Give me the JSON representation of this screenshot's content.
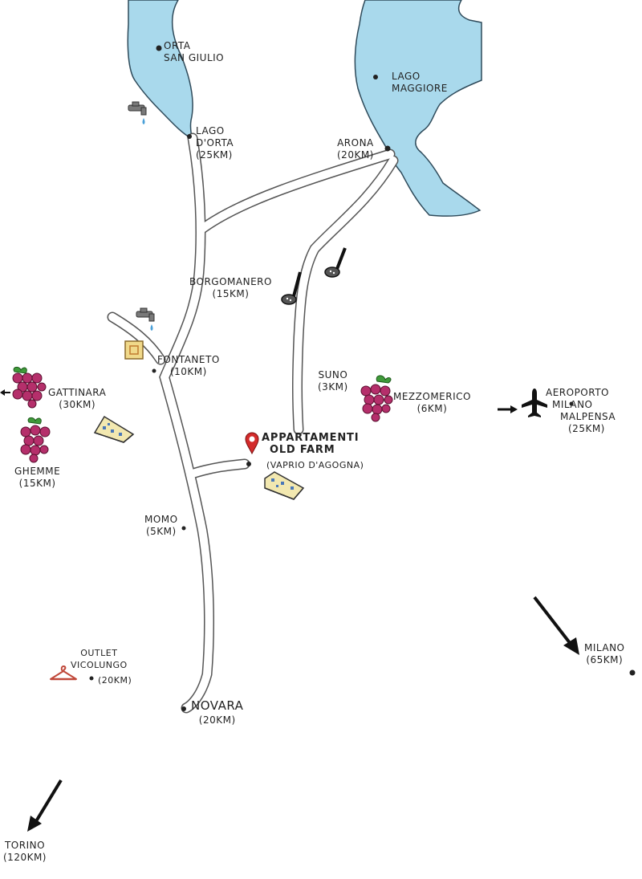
{
  "colors": {
    "lake": "#a9d9ec",
    "lake_edge": "#2e4a5a",
    "road": "#ffffff",
    "road_edge": "#555555",
    "grape": "#b52f6b",
    "grape_leaf": "#3f9a3a",
    "pin": "#d32b2b",
    "cheese": "#f2e8b0",
    "cheese_blue": "#4a78b8",
    "arrow": "#111111",
    "hanger": "#c0483a",
    "tap": "#6a6a6a",
    "drop": "#4aa0d8"
  },
  "labels": {
    "orta": {
      "l1": "ORTA",
      "l2": "SAN GIULIO"
    },
    "lago_maggiore": {
      "l1": "LAGO",
      "l2": "MAGGIORE"
    },
    "lago_orta": {
      "l1": "LAGO",
      "l2": "D'ORTA",
      "l3": "(25KM)"
    },
    "arona": {
      "l1": "ARONA",
      "l2": "(20KM)"
    },
    "borgomanero": {
      "l1": "BORGOMANERO",
      "l2": "(15KM)"
    },
    "fontaneto": {
      "l1": "FONTANETO",
      "l2": "(10KM)"
    },
    "gattinara": {
      "l1": "GATTINARA",
      "l2": "(30KM)"
    },
    "ghemme": {
      "l1": "GHEMME",
      "l2": "(15KM)"
    },
    "suno": {
      "l1": "SUNO",
      "l2": "(3KM)"
    },
    "mezzomerico": {
      "l1": "MEZZOMERICO",
      "l2": "(6KM)"
    },
    "aeroporto": {
      "l1": "AEROPORTO",
      "l2": "MILANO",
      "l3": "MALPENSA",
      "l4": "(25KM)"
    },
    "appartamenti": {
      "l1": "APPARTAMENTI",
      "l2": "OLD FARM",
      "l3": "(VAPRIO D'AGOGNA)"
    },
    "momo": {
      "l1": "MOMO",
      "l2": "(5KM)"
    },
    "outlet": {
      "l1": "OUTLET",
      "l2": "VICOLUNGO",
      "l3": "(20KM)"
    },
    "novara": {
      "l1": "NOVARA",
      "l2": "(20KM)"
    },
    "milano": {
      "l1": "MILANO",
      "l2": "(65KM)"
    },
    "torino": {
      "l1": "TORINO",
      "l2": "(120KM)"
    }
  },
  "icons": [
    "water-tap-icon",
    "grapes-icon",
    "cheese-icon",
    "golf-club-icon",
    "location-pin-icon",
    "airplane-icon",
    "clothes-hanger-icon",
    "direction-arrow-icon"
  ]
}
